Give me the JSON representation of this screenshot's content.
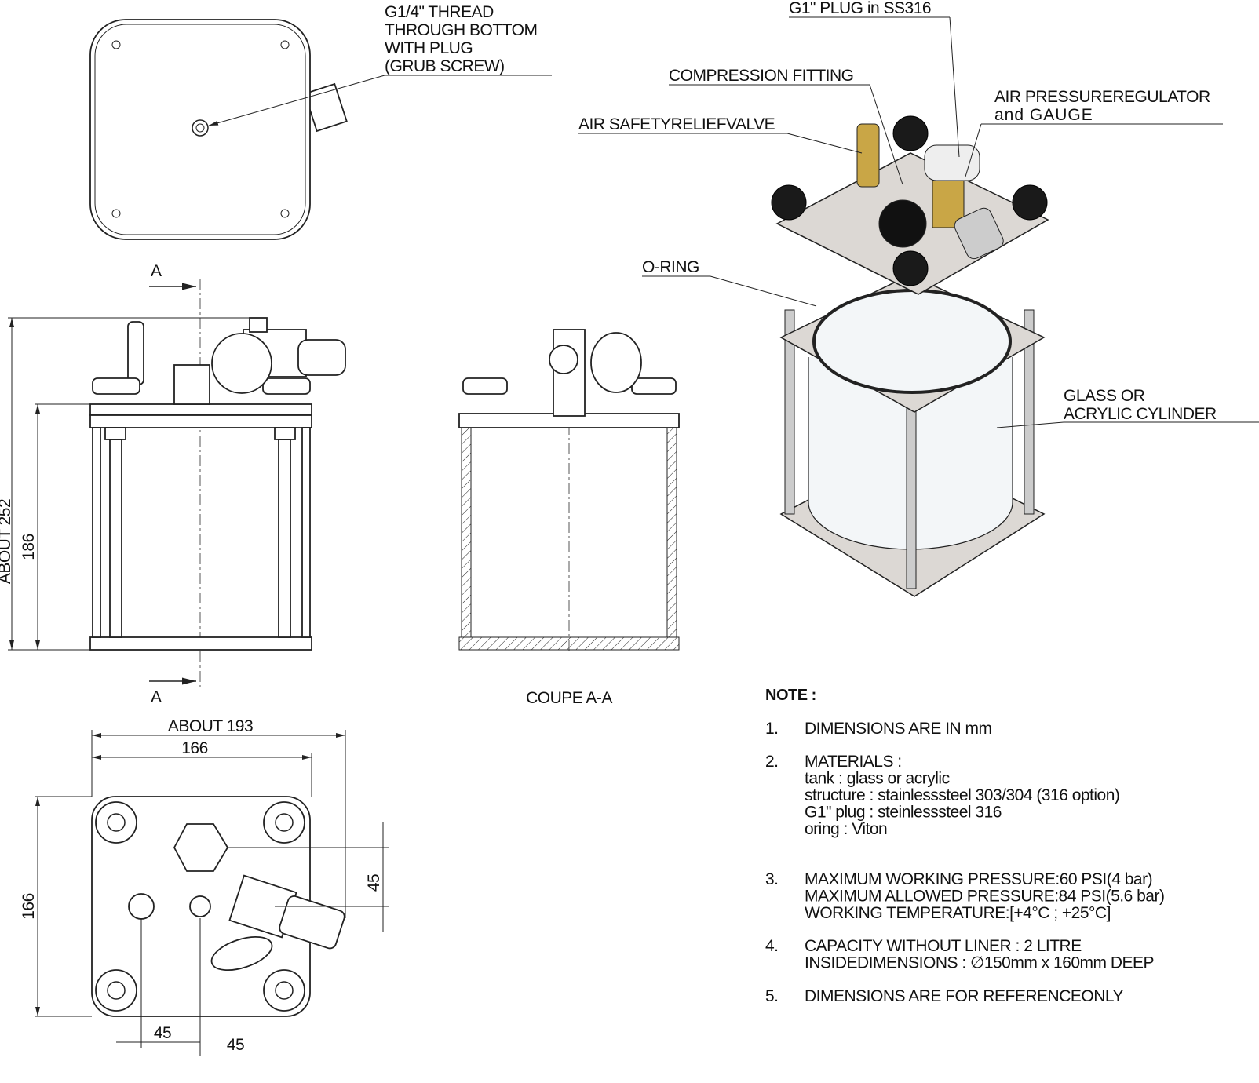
{
  "labels": {
    "thread": [
      "G1/4\"  THREAD",
      "THROUGH BOTTOM",
      "WITH PLUG",
      "(GRUB SCREW)"
    ],
    "plug": "G1\" PLUG in SS316",
    "compression": "COMPRESSION  FITTING",
    "regulator": [
      "AIR PRESSUREREGULATOR",
      " and GAUGE"
    ],
    "relief": "AIR SAFETYRELIEFVALVE",
    "oring": "O-RING",
    "cylinder": [
      "GLASS OR",
      "ACRYLIC CYLINDER"
    ],
    "section_mark": "A",
    "section_title": "COUPE A-A"
  },
  "dimensions": {
    "height_total": "ABOUT 252",
    "height_body": "186",
    "width_total": "ABOUT 193",
    "width_body": "166",
    "depth_body": "166",
    "offset_v": "45",
    "offset_h1": "45",
    "offset_h2": "45"
  },
  "notes": {
    "title": "NOTE :",
    "items": [
      {
        "num": "1.",
        "lines": [
          "DIMENSIONS ARE IN mm"
        ]
      },
      {
        "num": "2.",
        "lines": [
          "MATERIALS :",
          "tank  : glass or acrylic",
          "structure  : stainlesssteel 303/304 (316 option)",
          "G1\" plug  : steinlesssteel 316",
          "oring : Viton"
        ]
      },
      {
        "num": "3.",
        "lines": [
          "MAXIMUM   WORKING  PRESSURE:60 PSI(4 bar)",
          "MAXIMUM   ALLOWED  PRESSURE:84 PSI(5.6  bar)",
          "WORKING  TEMPERATURE:[+4°C  ; +25°C]"
        ]
      },
      {
        "num": "4.",
        "lines": [
          "CAPACITY   WITHOUT LINER : 2 LITRE",
          "INSIDEDIMENSIONS :  ∅150mm  x 160mm  DEEP"
        ]
      },
      {
        "num": "5.",
        "lines": [
          "DIMENSIONS  ARE FOR REFERENCEONLY"
        ]
      }
    ]
  },
  "colors": {
    "line": "#222222",
    "knob": "#1a1a1a",
    "brass": "#c9a646",
    "plate": "#dcd8d4"
  }
}
